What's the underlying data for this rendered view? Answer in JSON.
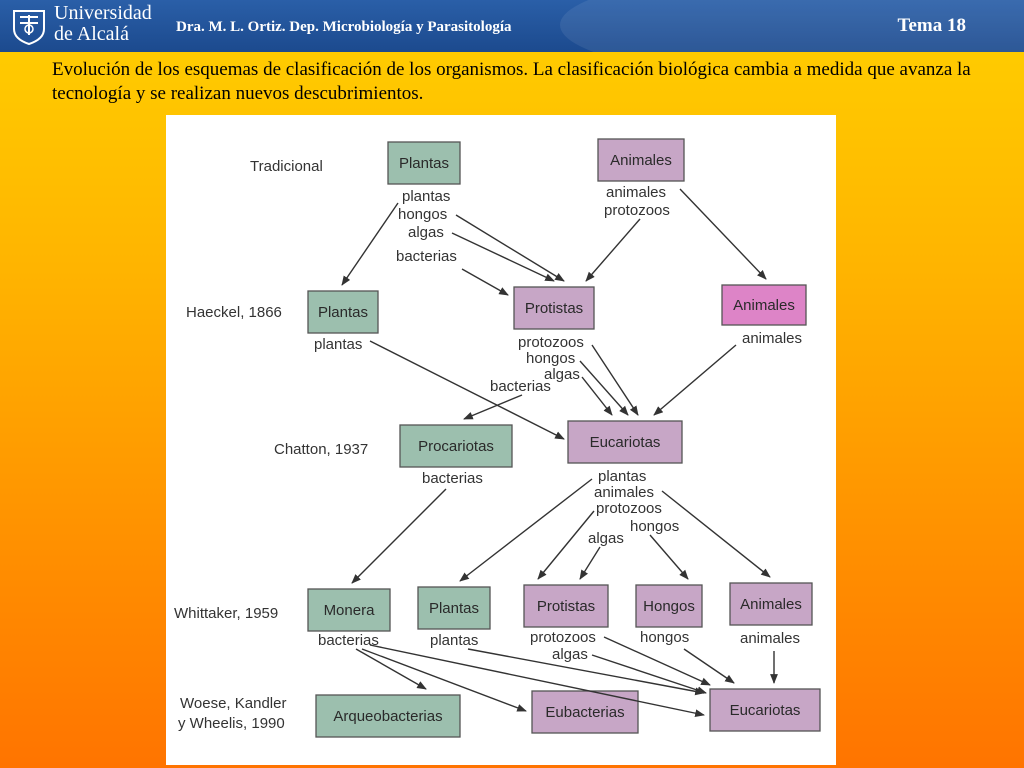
{
  "header": {
    "logo_line1": "Universidad",
    "logo_line2": "de Alcalá",
    "lecturer": "Dra. M. L. Ortiz. Dep. Microbiología y Parasitología",
    "topic": "Tema 18"
  },
  "intro": "Evolución de los esquemas de clasificación de los organismos. La clasificación biológica cambia a medida que avanza la tecnología y se realizan nuevos descubrimientos.",
  "diagram": {
    "schemes": {
      "traditional": "Tradicional",
      "haeckel": "Haeckel, 1866",
      "chatton": "Chatton, 1937",
      "whittaker": "Whittaker, 1959",
      "woese_1": "Woese, Kandler",
      "woese_2": "y Wheelis, 1990"
    },
    "traditional": {
      "plantas": "Plantas",
      "plantas_items": [
        "plantas",
        "hongos",
        "algas",
        "bacterias"
      ],
      "animales": "Animales",
      "animales_items": [
        "animales",
        "protozoos"
      ]
    },
    "haeckel": {
      "plantas": "Plantas",
      "plantas_items": [
        "plantas"
      ],
      "protistas": "Protistas",
      "protistas_items": [
        "protozoos",
        "hongos",
        "algas",
        "bacterias"
      ],
      "animales": "Animales",
      "animales_items": [
        "animales"
      ]
    },
    "chatton": {
      "procariotas": "Procariotas",
      "procariotas_items": [
        "bacterias"
      ],
      "eucariotas": "Eucariotas",
      "eucariotas_items": [
        "plantas",
        "animales",
        "protozoos",
        "hongos",
        "algas"
      ]
    },
    "whittaker": {
      "monera": "Monera",
      "monera_items": [
        "bacterias"
      ],
      "plantas": "Plantas",
      "plantas_items": [
        "plantas"
      ],
      "protistas": "Protistas",
      "protistas_items": [
        "protozoos",
        "algas"
      ],
      "hongos": "Hongos",
      "hongos_items": [
        "hongos"
      ],
      "animales": "Animales",
      "animales_items": [
        "animales"
      ]
    },
    "woese": {
      "arqueobacterias": "Arqueobacterias",
      "eubacterias": "Eubacterias",
      "eucariotas": "Eucariotas"
    }
  }
}
